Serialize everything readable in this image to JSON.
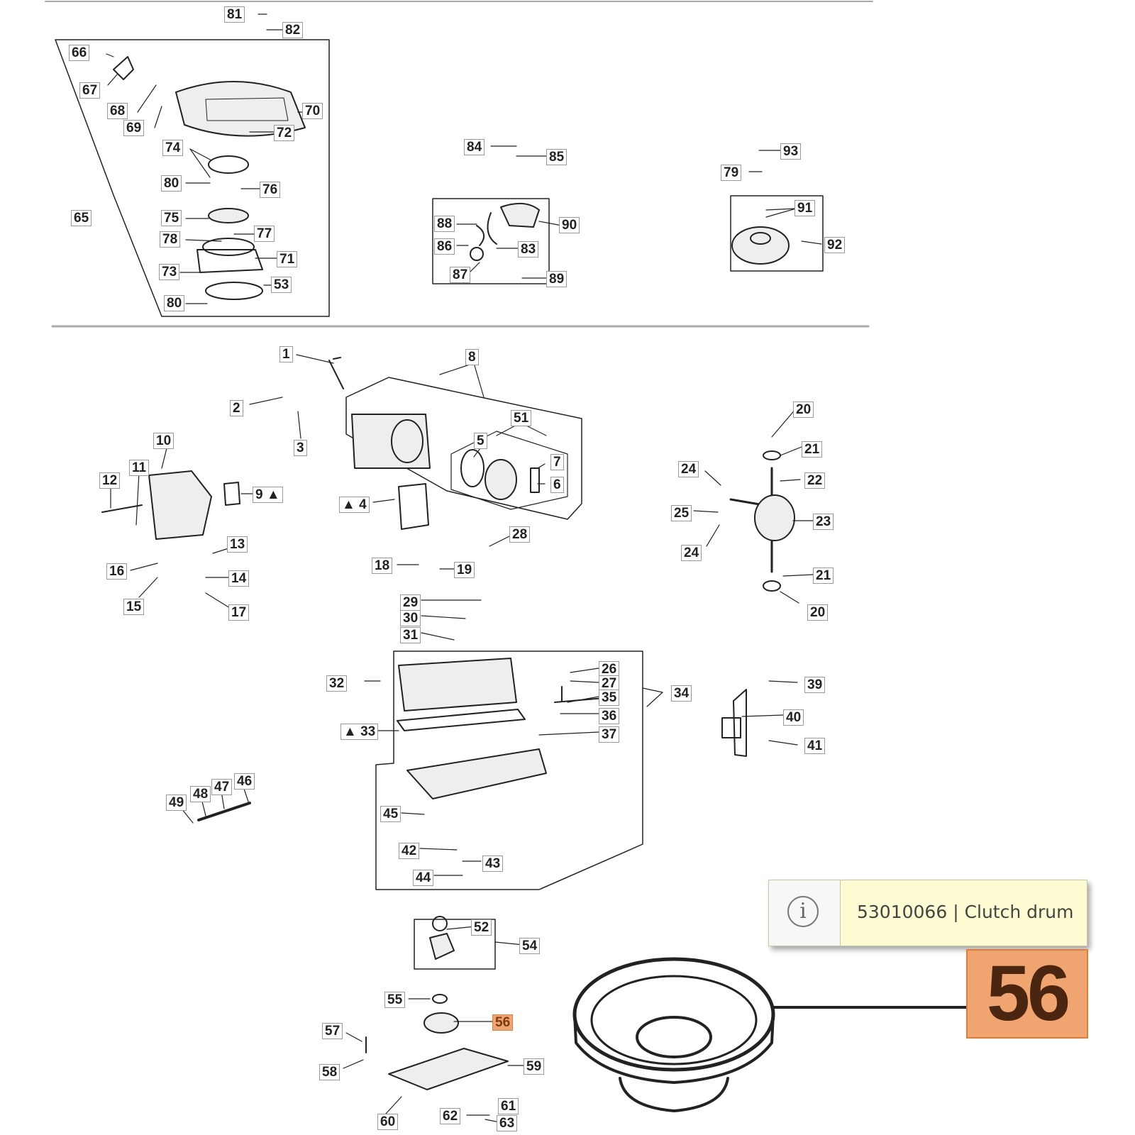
{
  "diagram": {
    "tooltip": {
      "icon": "info-icon",
      "text": "53010066 | Clutch drum"
    },
    "highlight": {
      "part": "56",
      "color": "#f0a571"
    },
    "labels": {
      "p81": "81",
      "p82": "82",
      "p66": "66",
      "p67": "67",
      "p68": "68",
      "p69": "69",
      "p70": "70",
      "p72": "72",
      "p74": "74",
      "p80a": "80",
      "p76": "76",
      "p65": "65",
      "p75": "75",
      "p77": "77",
      "p78": "78",
      "p71": "71",
      "p73": "73",
      "p53": "53",
      "p80b": "80",
      "p84": "84",
      "p85": "85",
      "p88": "88",
      "p90": "90",
      "p86": "86",
      "p83": "83",
      "p87": "87",
      "p89": "89",
      "p93": "93",
      "p79": "79",
      "p91": "91",
      "p92": "92",
      "p1": "1",
      "p8": "8",
      "p2": "2",
      "p3": "3",
      "p51": "51",
      "p10": "10",
      "p5": "5",
      "p7": "7",
      "p12": "12",
      "p11": "11",
      "p6": "6",
      "p9": "9 ▲",
      "p4": "▲ 4",
      "p28": "28",
      "p13": "13",
      "p16": "16",
      "p14": "14",
      "p15": "15",
      "p17": "17",
      "p18": "18",
      "p19": "19",
      "p20a": "20",
      "p21a": "21",
      "p24a": "24",
      "p22": "22",
      "p25": "25",
      "p23": "23",
      "p24b": "24",
      "p21b": "21",
      "p20b": "20",
      "p29": "29",
      "p30": "30",
      "p31": "31",
      "p32": "32",
      "p26": "26",
      "p27": "27",
      "p35": "35",
      "p36": "36",
      "p34": "34",
      "p33": "▲ 33",
      "p37": "37",
      "p39": "39",
      "p40": "40",
      "p41": "41",
      "p46": "46",
      "p47": "47",
      "p48": "48",
      "p49": "49",
      "p45": "45",
      "p42": "42",
      "p43": "43",
      "p44": "44",
      "p52": "52",
      "p54": "54",
      "p55": "55",
      "p56": "56",
      "p57": "57",
      "p58": "58",
      "p59": "59",
      "p60": "60",
      "p61": "61",
      "p62": "62",
      "p63": "63"
    }
  }
}
